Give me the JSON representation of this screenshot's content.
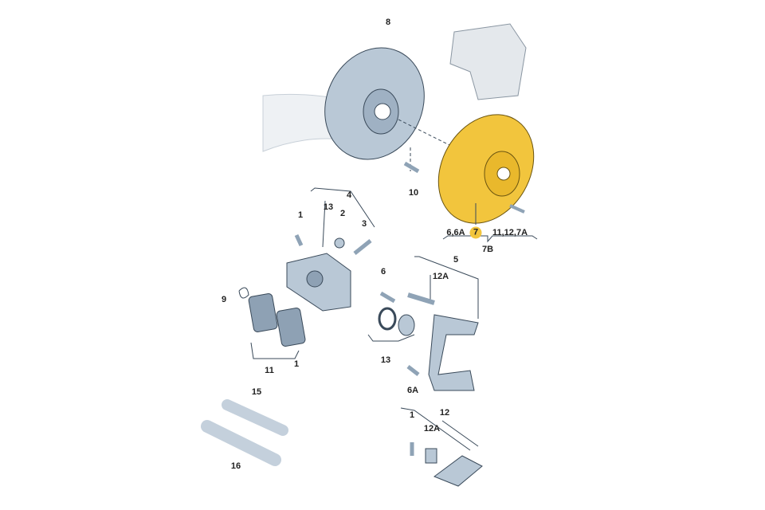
{
  "diagram": {
    "colors": {
      "disc": "#f2c53d",
      "part": "#b9c8d6",
      "outline": "#3a4a5a",
      "background_part": "#e4e8ec"
    },
    "labels": {
      "backplate": "8",
      "backplate_bolt": "10",
      "caliper_group": "4",
      "caliper_group_sub": "13",
      "bleed_cap": "2",
      "caliper_bolt": "1",
      "bleed_screw": "3",
      "disc_left": "6,6A",
      "disc": "7",
      "disc_right": "11,12,7A",
      "disc_group": "7B",
      "carrier_group": "5",
      "carrier_sub": "12A",
      "carrier_bolt": "6",
      "spring": "9",
      "pads_left": "11",
      "pads_right": "1",
      "seal_group": "13",
      "carrier_lower_bolt": "6A",
      "tube_small": "15",
      "tube_large": "16",
      "kit_bolt": "1",
      "kit_group": "12",
      "kit_sub": "12A"
    }
  }
}
